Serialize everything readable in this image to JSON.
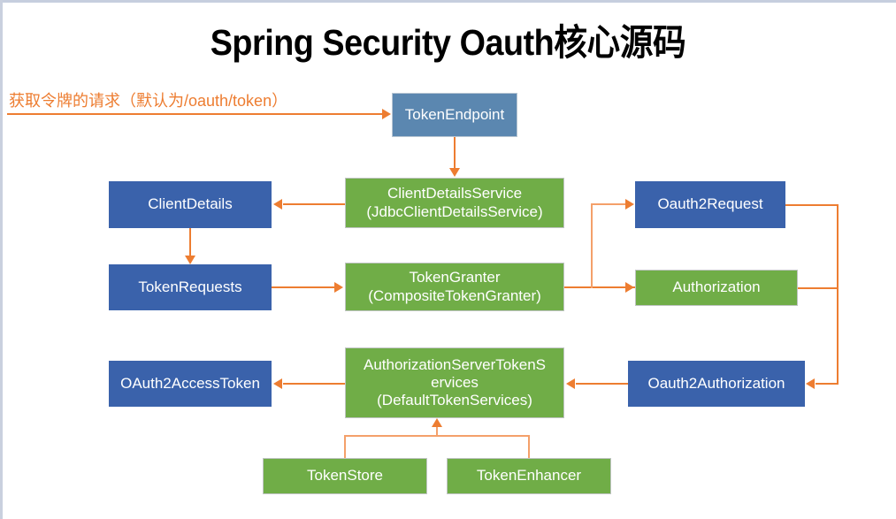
{
  "slide": {
    "title": "Spring Security Oauth核心源码",
    "background_color": "#FFFFFF",
    "accent_color": "#ED7D31",
    "blue_color": "#3A62AB",
    "steel_blue_color": "#5B87B0",
    "green_color": "#70AD47"
  },
  "annotations": [
    {
      "id": "request-note",
      "text": "获取令牌的请求（默认为/oauth/token）",
      "color": "#ED7D31"
    }
  ],
  "nodes": {
    "token_endpoint": {
      "label": "TokenEndpoint",
      "color": "#5B87B0",
      "kind": "entry"
    },
    "client_details": {
      "label": "ClientDetails",
      "color": "#3A62AB",
      "kind": "model"
    },
    "client_details_service": {
      "line1": "ClientDetailsService",
      "line2": "(JdbcClientDetailsService)",
      "color": "#70AD47",
      "kind": "service"
    },
    "oauth2_request": {
      "label": "Oauth2Request",
      "color": "#3A62AB",
      "kind": "model"
    },
    "token_requests": {
      "label": "TokenRequests",
      "color": "#3A62AB",
      "kind": "model"
    },
    "token_granter": {
      "line1": "TokenGranter",
      "line2": "(CompositeTokenGranter)",
      "color": "#70AD47",
      "kind": "service"
    },
    "authorization": {
      "label": "Authorization",
      "color": "#70AD47",
      "kind": "service"
    },
    "oauth2_access_token": {
      "label": "OAuth2AccessToken",
      "color": "#3A62AB",
      "kind": "model"
    },
    "authorization_server_token_services": {
      "line1": "AuthorizationServerTokenS",
      "line2": "ervices",
      "line3": "(DefaultTokenServices)",
      "color": "#70AD47",
      "kind": "service"
    },
    "oauth2_authorization": {
      "label": "Oauth2Authorization",
      "color": "#3A62AB",
      "kind": "model"
    },
    "token_store": {
      "label": "TokenStore",
      "color": "#70AD47",
      "kind": "service"
    },
    "token_enhancer": {
      "label": "TokenEnhancer",
      "color": "#70AD47",
      "kind": "service"
    }
  },
  "edges": [
    {
      "from": "request-note",
      "to": "token_endpoint"
    },
    {
      "from": "token_endpoint",
      "to": "client_details_service"
    },
    {
      "from": "client_details_service",
      "to": "client_details"
    },
    {
      "from": "client_details",
      "to": "token_requests"
    },
    {
      "from": "token_requests",
      "to": "token_granter"
    },
    {
      "from": "token_granter",
      "to": "oauth2_request"
    },
    {
      "from": "token_granter",
      "to": "authorization"
    },
    {
      "from": "oauth2_request",
      "to": "oauth2_authorization"
    },
    {
      "from": "authorization",
      "to": "oauth2_authorization"
    },
    {
      "from": "oauth2_authorization",
      "to": "authorization_server_token_services"
    },
    {
      "from": "authorization_server_token_services",
      "to": "oauth2_access_token"
    },
    {
      "from": "token_store",
      "to": "authorization_server_token_services"
    },
    {
      "from": "token_enhancer",
      "to": "authorization_server_token_services"
    }
  ]
}
